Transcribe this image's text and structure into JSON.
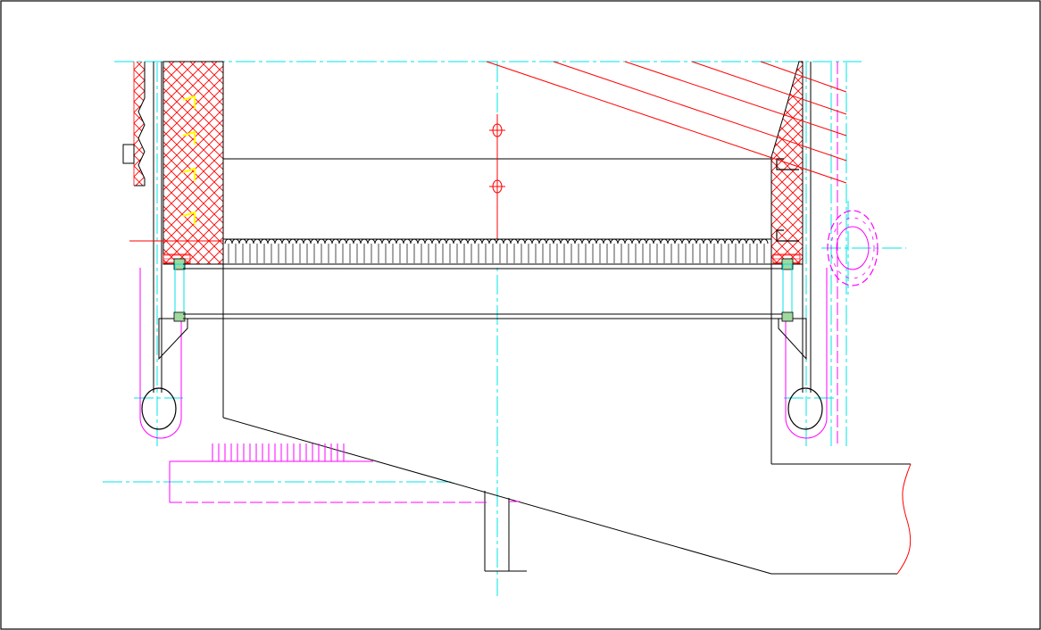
{
  "title": "",
  "colors": {
    "background": "#ffffff",
    "outline": "#000000",
    "centerline": "#00e5e5",
    "hatch": "#ff0000",
    "magenta": "#ff00ff",
    "yellow": "#ffff00",
    "green": "#00aa00"
  },
  "components": [
    "left-wall-insulation",
    "right-wall-insulation",
    "corrugated-grate",
    "support-beams",
    "roller-circles",
    "bottom-hopper",
    "pipe-circle",
    "magenta-rack"
  ]
}
